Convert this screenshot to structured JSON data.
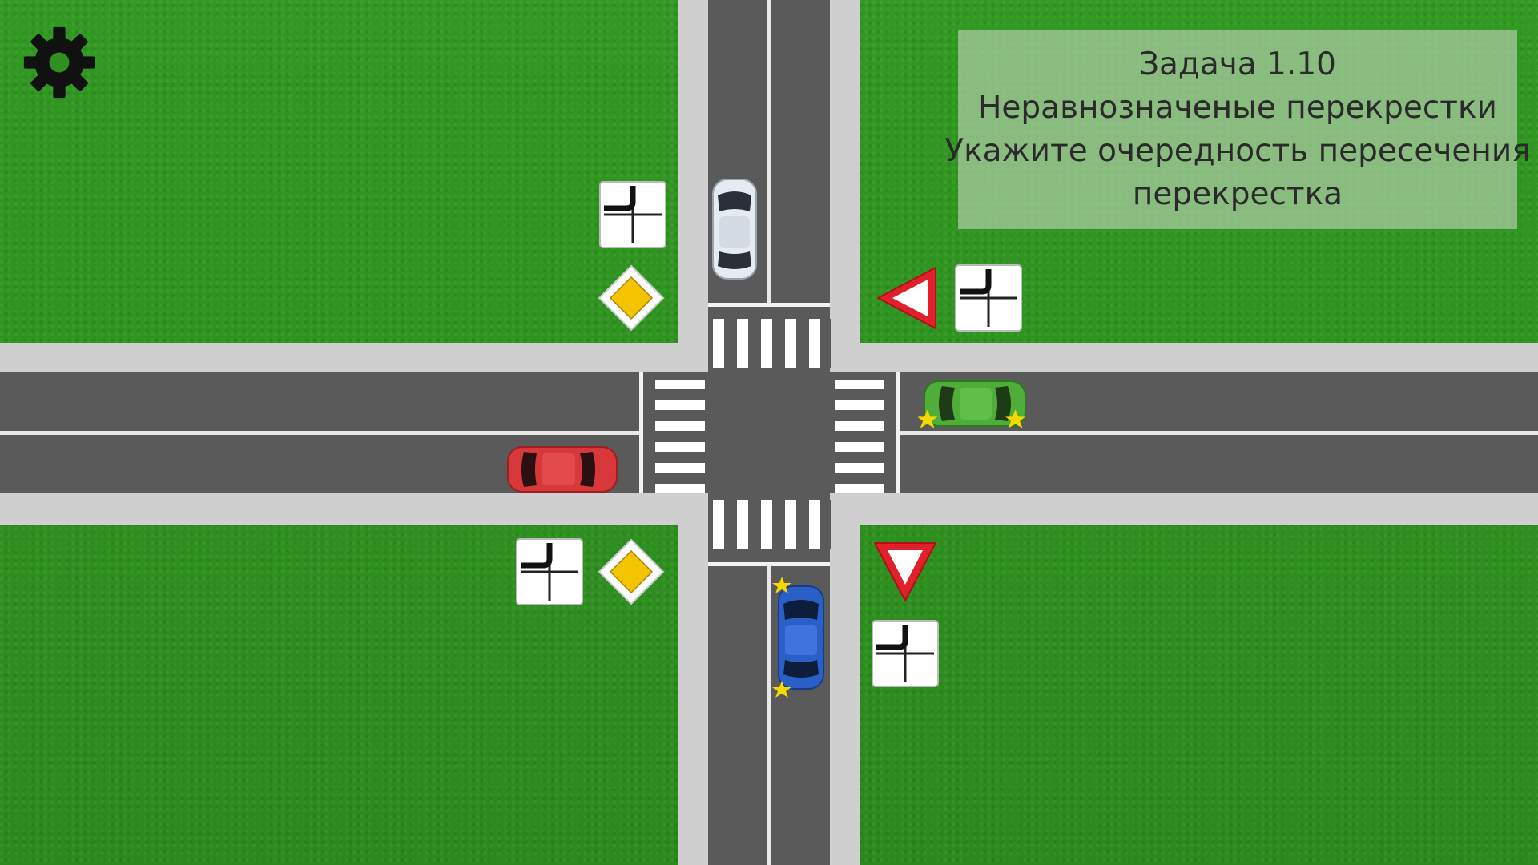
{
  "task": {
    "title": "Задача 1.10",
    "subtitle": "Неравнозначеные перекрестки",
    "instruction_line1": "Укажите очередность пересечения",
    "instruction_line2": "перекрестка"
  },
  "icons": {
    "settings": "gear-icon",
    "main_road_sign": "yellow-diamond-priority-road-icon",
    "yield_sign": "red-triangle-yield-icon",
    "direction_plate": "main-road-direction-plate-icon",
    "turn_signal": "yellow-star-turn-signal-icon"
  },
  "cars": [
    {
      "id": "white",
      "color": "#e6ebf2",
      "direction": "northbound-lane"
    },
    {
      "id": "green",
      "color": "#4fae3a",
      "direction": "westbound"
    },
    {
      "id": "red",
      "color": "#d8383a",
      "direction": "eastbound"
    },
    {
      "id": "blue",
      "color": "#2a5fc8",
      "direction": "northbound"
    }
  ],
  "colors": {
    "grass": "#2f8f1f",
    "road": "#5a5a5a",
    "sidewalk": "#cfcfcf",
    "panel": "#a8c8a0",
    "sign_yellow": "#f5c400",
    "sign_red": "#e0202a"
  }
}
